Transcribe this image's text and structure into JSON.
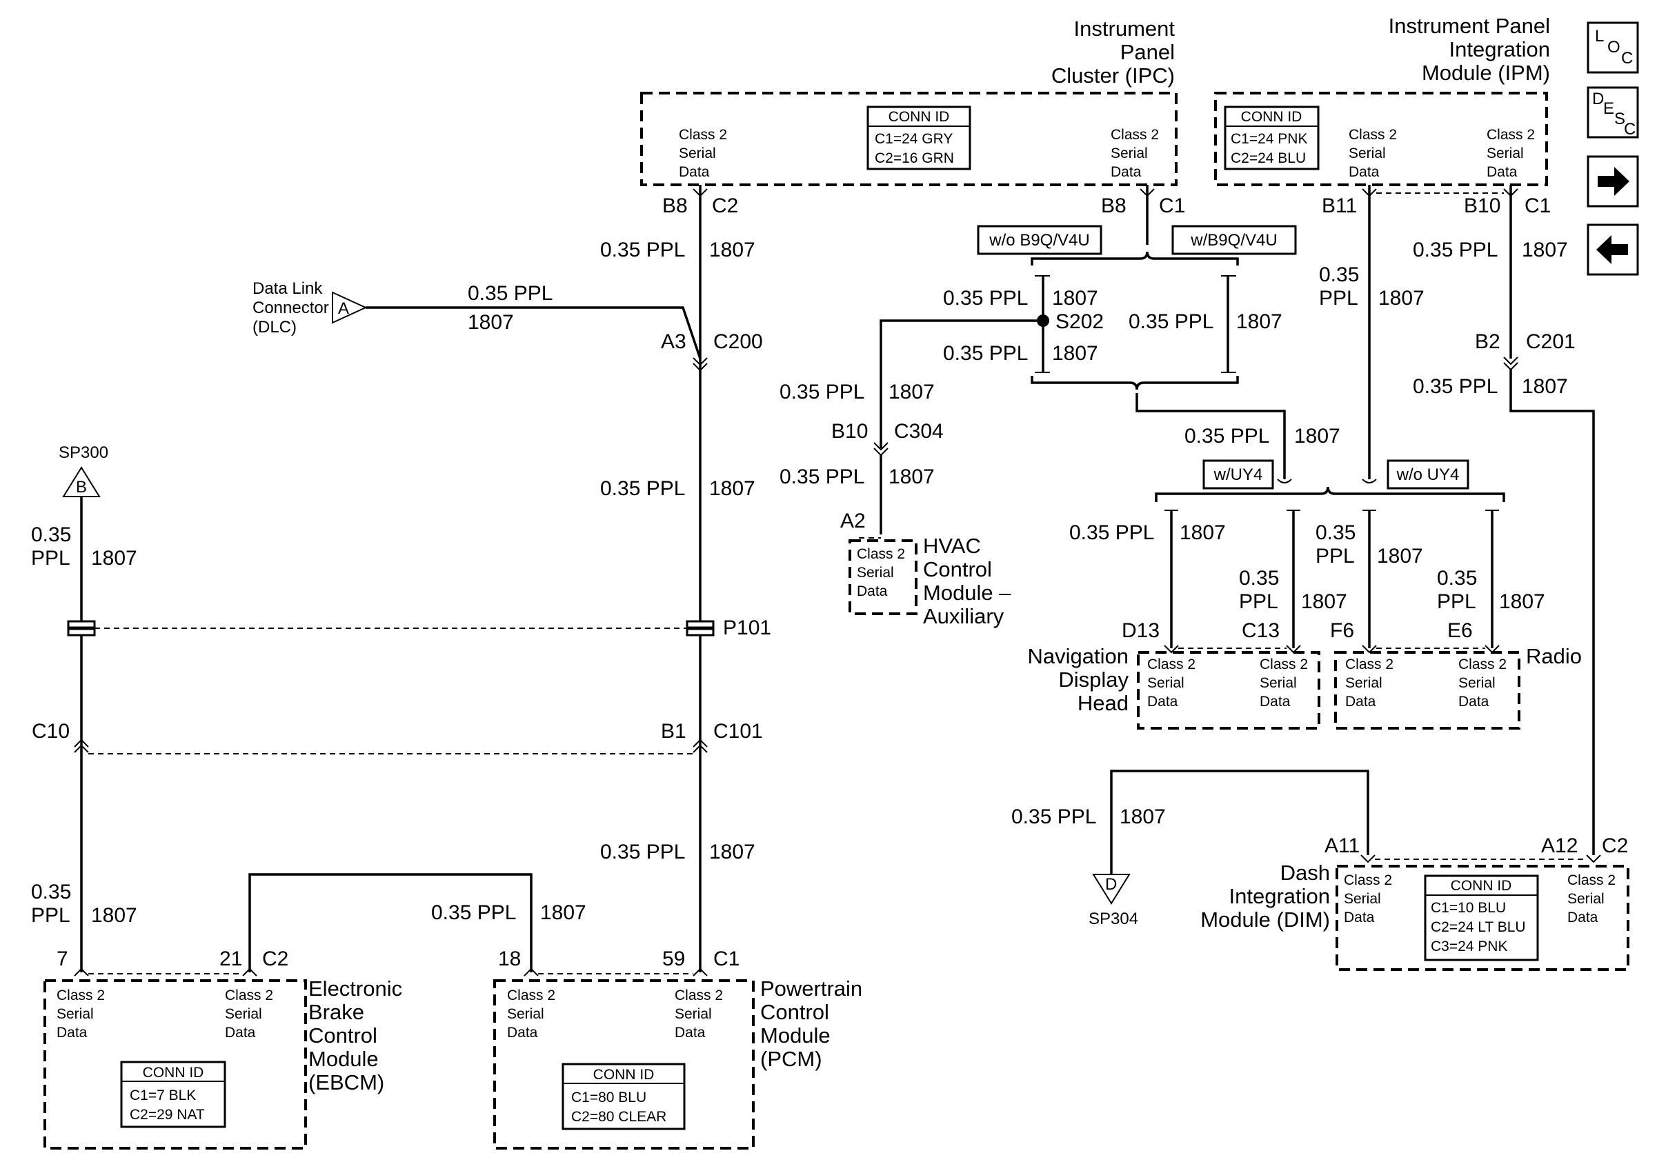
{
  "wire": {
    "gauge_color": "0.35 PPL",
    "circuit": "1807",
    "gauge": "0.35",
    "color": "PPL"
  },
  "class2": [
    "Class 2",
    "Serial",
    "Data"
  ],
  "conn_id_title": "CONN ID",
  "modules": {
    "ipc": {
      "name": [
        "Instrument",
        "Panel",
        "Cluster (IPC)"
      ],
      "conn": [
        "C1=24 GRY",
        "C2=16 GRN"
      ],
      "pins": [
        "B8",
        "C2",
        "B8",
        "C1"
      ]
    },
    "ipm": {
      "name": [
        "Instrument Panel",
        "Integration",
        "Module (IPM)"
      ],
      "conn": [
        "C1=24 PNK",
        "C2=24 BLU"
      ],
      "pins": [
        "B11",
        "B10",
        "C1"
      ]
    },
    "hvac": {
      "name": [
        "HVAC",
        "Control",
        "Module –",
        "Auxiliary"
      ],
      "pin": "A2"
    },
    "nav": {
      "name": [
        "Navigation",
        "Display",
        "Head"
      ],
      "pins": [
        "D13",
        "C13"
      ]
    },
    "radio": {
      "name": [
        "Radio"
      ],
      "pins": [
        "F6",
        "E6"
      ]
    },
    "dim": {
      "name": [
        "Dash",
        "Integration",
        "Module (DIM)"
      ],
      "conn": [
        "C1=10 BLU",
        "C2=24 LT BLU",
        "C3=24 PNK"
      ],
      "pins": [
        "A11",
        "A12",
        "C2"
      ]
    },
    "ebcm": {
      "name": [
        "Electronic",
        "Brake",
        "Control",
        "Module",
        "(EBCM)"
      ],
      "conn": [
        "C1=7 BLK",
        "C2=29 NAT"
      ],
      "pins": [
        "7",
        "21",
        "C2"
      ]
    },
    "pcm": {
      "name": [
        "Powertrain",
        "Control",
        "Module",
        "(PCM)"
      ],
      "conn": [
        "C1=80 BLU",
        "C2=80 CLEAR"
      ],
      "pins": [
        "18",
        "59",
        "C1"
      ]
    }
  },
  "dlc": {
    "name": [
      "Data Link",
      "Connector",
      "(DLC)"
    ],
    "letter": "A"
  },
  "splices": {
    "sp300": "SP300",
    "sp300_letter": "B",
    "sp304": "SP304",
    "sp304_letter": "D",
    "s202": "S202"
  },
  "connectors": {
    "c200": [
      "A3",
      "C200"
    ],
    "c304": [
      "B10",
      "C304"
    ],
    "c201": [
      "B2",
      "C201"
    ],
    "p101": "P101",
    "c10": "C10",
    "c101": [
      "B1",
      "C101"
    ]
  },
  "options": {
    "wo_b9q": "w/o B9Q/V4U",
    "w_b9q": "w/B9Q/V4U",
    "w_uy4": "w/UY4",
    "wo_uy4": "w/o UY4"
  },
  "nav_buttons": [
    {
      "label": "LOC",
      "icon": "loc-icon"
    },
    {
      "label": "DESC",
      "icon": "desc-icon"
    },
    {
      "label": "next",
      "icon": "arrow-right-icon"
    },
    {
      "label": "back",
      "icon": "arrow-left-icon"
    }
  ]
}
